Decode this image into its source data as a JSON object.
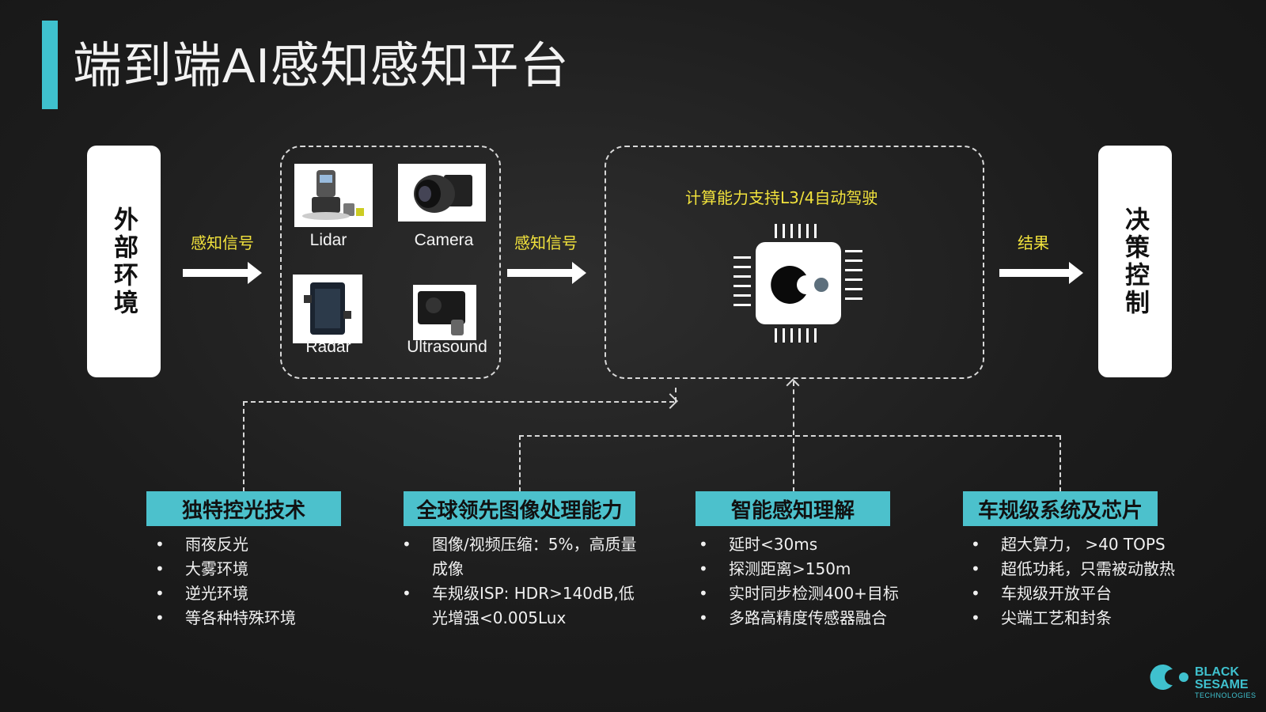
{
  "title": "端到端AI感知感知平台",
  "left_box": "外部环境",
  "right_box": "决策控制",
  "arrows": {
    "sense1": "感知信号",
    "sense2": "感知信号",
    "result": "结果"
  },
  "sensors": [
    {
      "label": "Lidar"
    },
    {
      "label": "Camera"
    },
    {
      "label": "Radar"
    },
    {
      "label": "Ultrasound"
    }
  ],
  "compute_caption": "计算能力支持L3/4自动驾驶",
  "features": [
    {
      "tag": "独特控光技术",
      "items": [
        "雨夜反光",
        "大雾环境",
        "逆光环境",
        "等各种特殊环境"
      ]
    },
    {
      "tag": "全球领先图像处理能力",
      "items": [
        "图像/视频压缩：5%，高质量成像",
        "车规级ISP: HDR>140dB,低光增强<0.005Lux"
      ]
    },
    {
      "tag": "智能感知理解",
      "items": [
        "延时<30ms",
        "探测距离>150m",
        "实时同步检测400+目标",
        "多路高精度传感器融合"
      ]
    },
    {
      "tag": "车规级系统及芯片",
      "items": [
        "超大算力， >40 TOPS",
        "超低功耗，只需被动散热",
        "车规级开放平台",
        "尖端工艺和封条"
      ]
    }
  ],
  "logo": {
    "line1": "BLACK",
    "line2": "SESAME",
    "line3": "TECHNOLOGIES"
  },
  "colors": {
    "accent": "#3fc1ce",
    "caption": "#f1e23c",
    "tag": "#4cc1cc"
  },
  "icons": [
    "chip-icon",
    "black-sesame-logo-icon"
  ]
}
